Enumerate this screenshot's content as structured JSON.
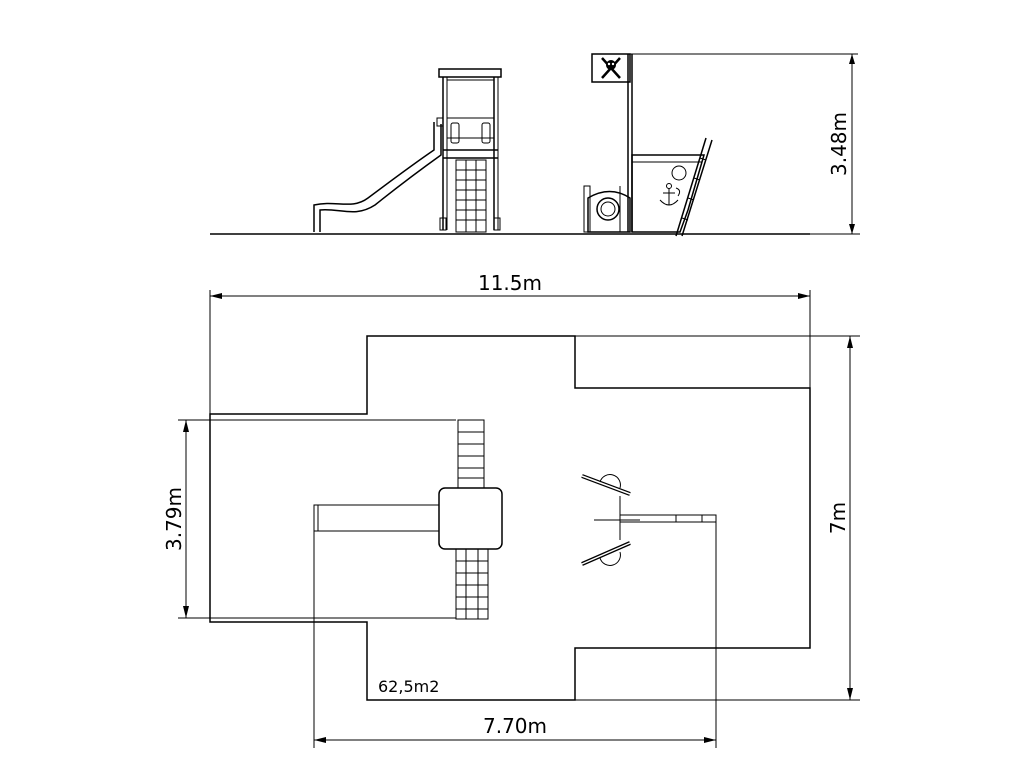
{
  "dimensions": {
    "height_label": "3.48m",
    "width_label": "11.5m",
    "depth_label": "7m",
    "left_zone_label": "3.79m",
    "bottom_zone_label": "7.70m"
  },
  "area_label": "62,5m2",
  "flag_icon": "skull-crossbones-icon",
  "hull_icon": "anchor-icon"
}
